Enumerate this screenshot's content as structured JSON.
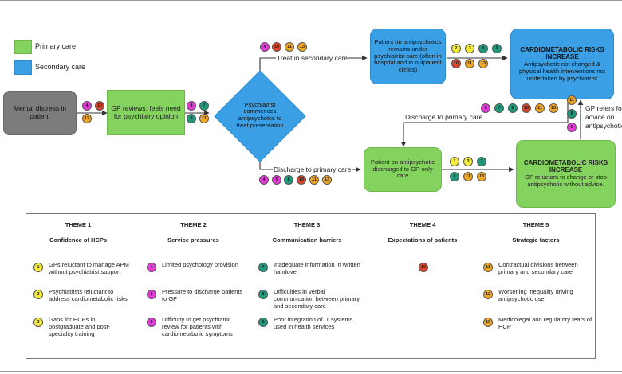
{
  "legend": {
    "primary": {
      "label": "Primary care",
      "color": "#84d35e"
    },
    "secondary": {
      "label": "Secondary care",
      "color": "#3a9fe4"
    }
  },
  "nodes": {
    "mental_distress": "Mental distress in patient",
    "gp_reviews": "GP reviews: feels need for psychiatry opinion",
    "psychiatrist": "Psychiatrist commences antipsychotcs to treat presentation",
    "patient_secondary": "Patient on antipsychotics remains under psychiatrist care (often in hospital and in outpatient clinics)",
    "cm_secondary_title": "CARDIOMETABOLIC RISKS INCREASE",
    "cm_secondary_body": "Antipsychotic not changed & physical health interventions not undertaken by psychiatrist",
    "patient_gp": "Patient on antipsychotic discharged to GP-only care",
    "cm_primary_title": "CARDIOMETABOLIC RISKS INCREASE",
    "cm_primary_body": "GP reluctant to change or stop antipsychotic without advice."
  },
  "edges": {
    "treat_secondary": "Treat in secondary care",
    "discharge_primary_low": "Discharge to primary care",
    "discharge_primary_mid": "Discharge to primary care",
    "gp_refers_1": "GP refers for",
    "gp_refers_2": "advice on",
    "gp_refers_3": "antipsychotic"
  },
  "dot_colors": {
    "yellow": "#f5ec3a",
    "orange": "#f0a623",
    "magenta": "#e33ad8",
    "teal": "#1f9a7c",
    "red": "#d9472b"
  },
  "dot_groups": [
    {
      "name": "dots-mental",
      "dots": [
        [
          "4",
          "magenta"
        ],
        [
          "10",
          "red"
        ],
        [
          "12",
          "orange"
        ]
      ]
    },
    {
      "name": "dots-gp",
      "dots": [
        [
          "4",
          "magenta"
        ],
        [
          "7",
          "teal"
        ],
        [
          "8",
          "teal"
        ],
        [
          "11",
          "orange"
        ]
      ]
    },
    {
      "name": "dots-treat",
      "dots": [
        [
          "4",
          "magenta"
        ],
        [
          "10",
          "red"
        ],
        [
          "11",
          "orange"
        ],
        [
          "13",
          "orange"
        ]
      ]
    },
    {
      "name": "dots-discharge-low",
      "dots": [
        [
          "4",
          "magenta"
        ],
        [
          "5",
          "magenta"
        ],
        [
          "8",
          "teal"
        ],
        [
          "10",
          "red"
        ],
        [
          "11",
          "orange"
        ],
        [
          "13",
          "orange"
        ]
      ]
    },
    {
      "name": "dots-secondary-arrow",
      "dots": [
        [
          "2",
          "yellow"
        ],
        [
          "3",
          "yellow"
        ],
        [
          "8",
          "teal"
        ],
        [
          "9",
          "teal"
        ],
        [
          "10",
          "red"
        ],
        [
          "11",
          "orange"
        ],
        [
          "13",
          "orange"
        ]
      ]
    },
    {
      "name": "dots-discharge-mid",
      "dots": [
        [
          "5",
          "magenta"
        ],
        [
          "7",
          "teal"
        ],
        [
          "8",
          "teal"
        ],
        [
          "10",
          "red"
        ],
        [
          "11",
          "orange"
        ],
        [
          "13",
          "orange"
        ]
      ]
    },
    {
      "name": "dots-gp-refers",
      "dots": [
        [
          "11",
          "orange"
        ],
        [
          "8",
          "teal"
        ],
        [
          "6",
          "magenta"
        ]
      ]
    },
    {
      "name": "dots-primary-arrow",
      "dots": [
        [
          "1",
          "yellow"
        ],
        [
          "3",
          "yellow"
        ],
        [
          "7",
          "teal"
        ],
        [
          "8",
          "teal"
        ],
        [
          "11",
          "orange"
        ],
        [
          "13",
          "orange"
        ]
      ]
    }
  ],
  "themes": [
    {
      "heading": "THEME 1",
      "title": "Confidence of HCPs",
      "items": [
        [
          "1",
          "yellow",
          "GPs reluctant to manage APM without psychiatrist support"
        ],
        [
          "2",
          "yellow",
          "Psychiatrists reluctant to address cardiometabolic risks"
        ],
        [
          "3",
          "yellow",
          "Gaps for HCPs in postgraduate and post-speciality training"
        ]
      ]
    },
    {
      "heading": "THEME 2",
      "title": "Service pressures",
      "items": [
        [
          "4",
          "magenta",
          "Limited psychology provision"
        ],
        [
          "5",
          "magenta",
          "Pressure to discharge patients to GP"
        ],
        [
          "6",
          "magenta",
          "Difficulty to get psychiatric review for patients with cardiometabolic symptoms"
        ]
      ]
    },
    {
      "heading": "THEME 3",
      "title": "Communication barriers",
      "items": [
        [
          "7",
          "teal",
          "Inadequate information in written handover"
        ],
        [
          "8",
          "teal",
          "Difficulties in verbal communication between primary and secondary care"
        ],
        [
          "9",
          "teal",
          "Poor integration of IT systems used in health services"
        ]
      ]
    },
    {
      "heading": "THEME 4",
      "title": "Expectations of patients",
      "items": [
        [
          "10",
          "red",
          ""
        ]
      ]
    },
    {
      "heading": "THEME 5",
      "title": "Strategic factors",
      "items": [
        [
          "11",
          "orange",
          "Contractual divisions between primary and secondary care"
        ],
        [
          "12",
          "orange",
          "Worsening inequality driving antipsychotic use"
        ],
        [
          "13",
          "orange",
          "Medicolegal and regulatory fears of HCP"
        ]
      ]
    }
  ]
}
